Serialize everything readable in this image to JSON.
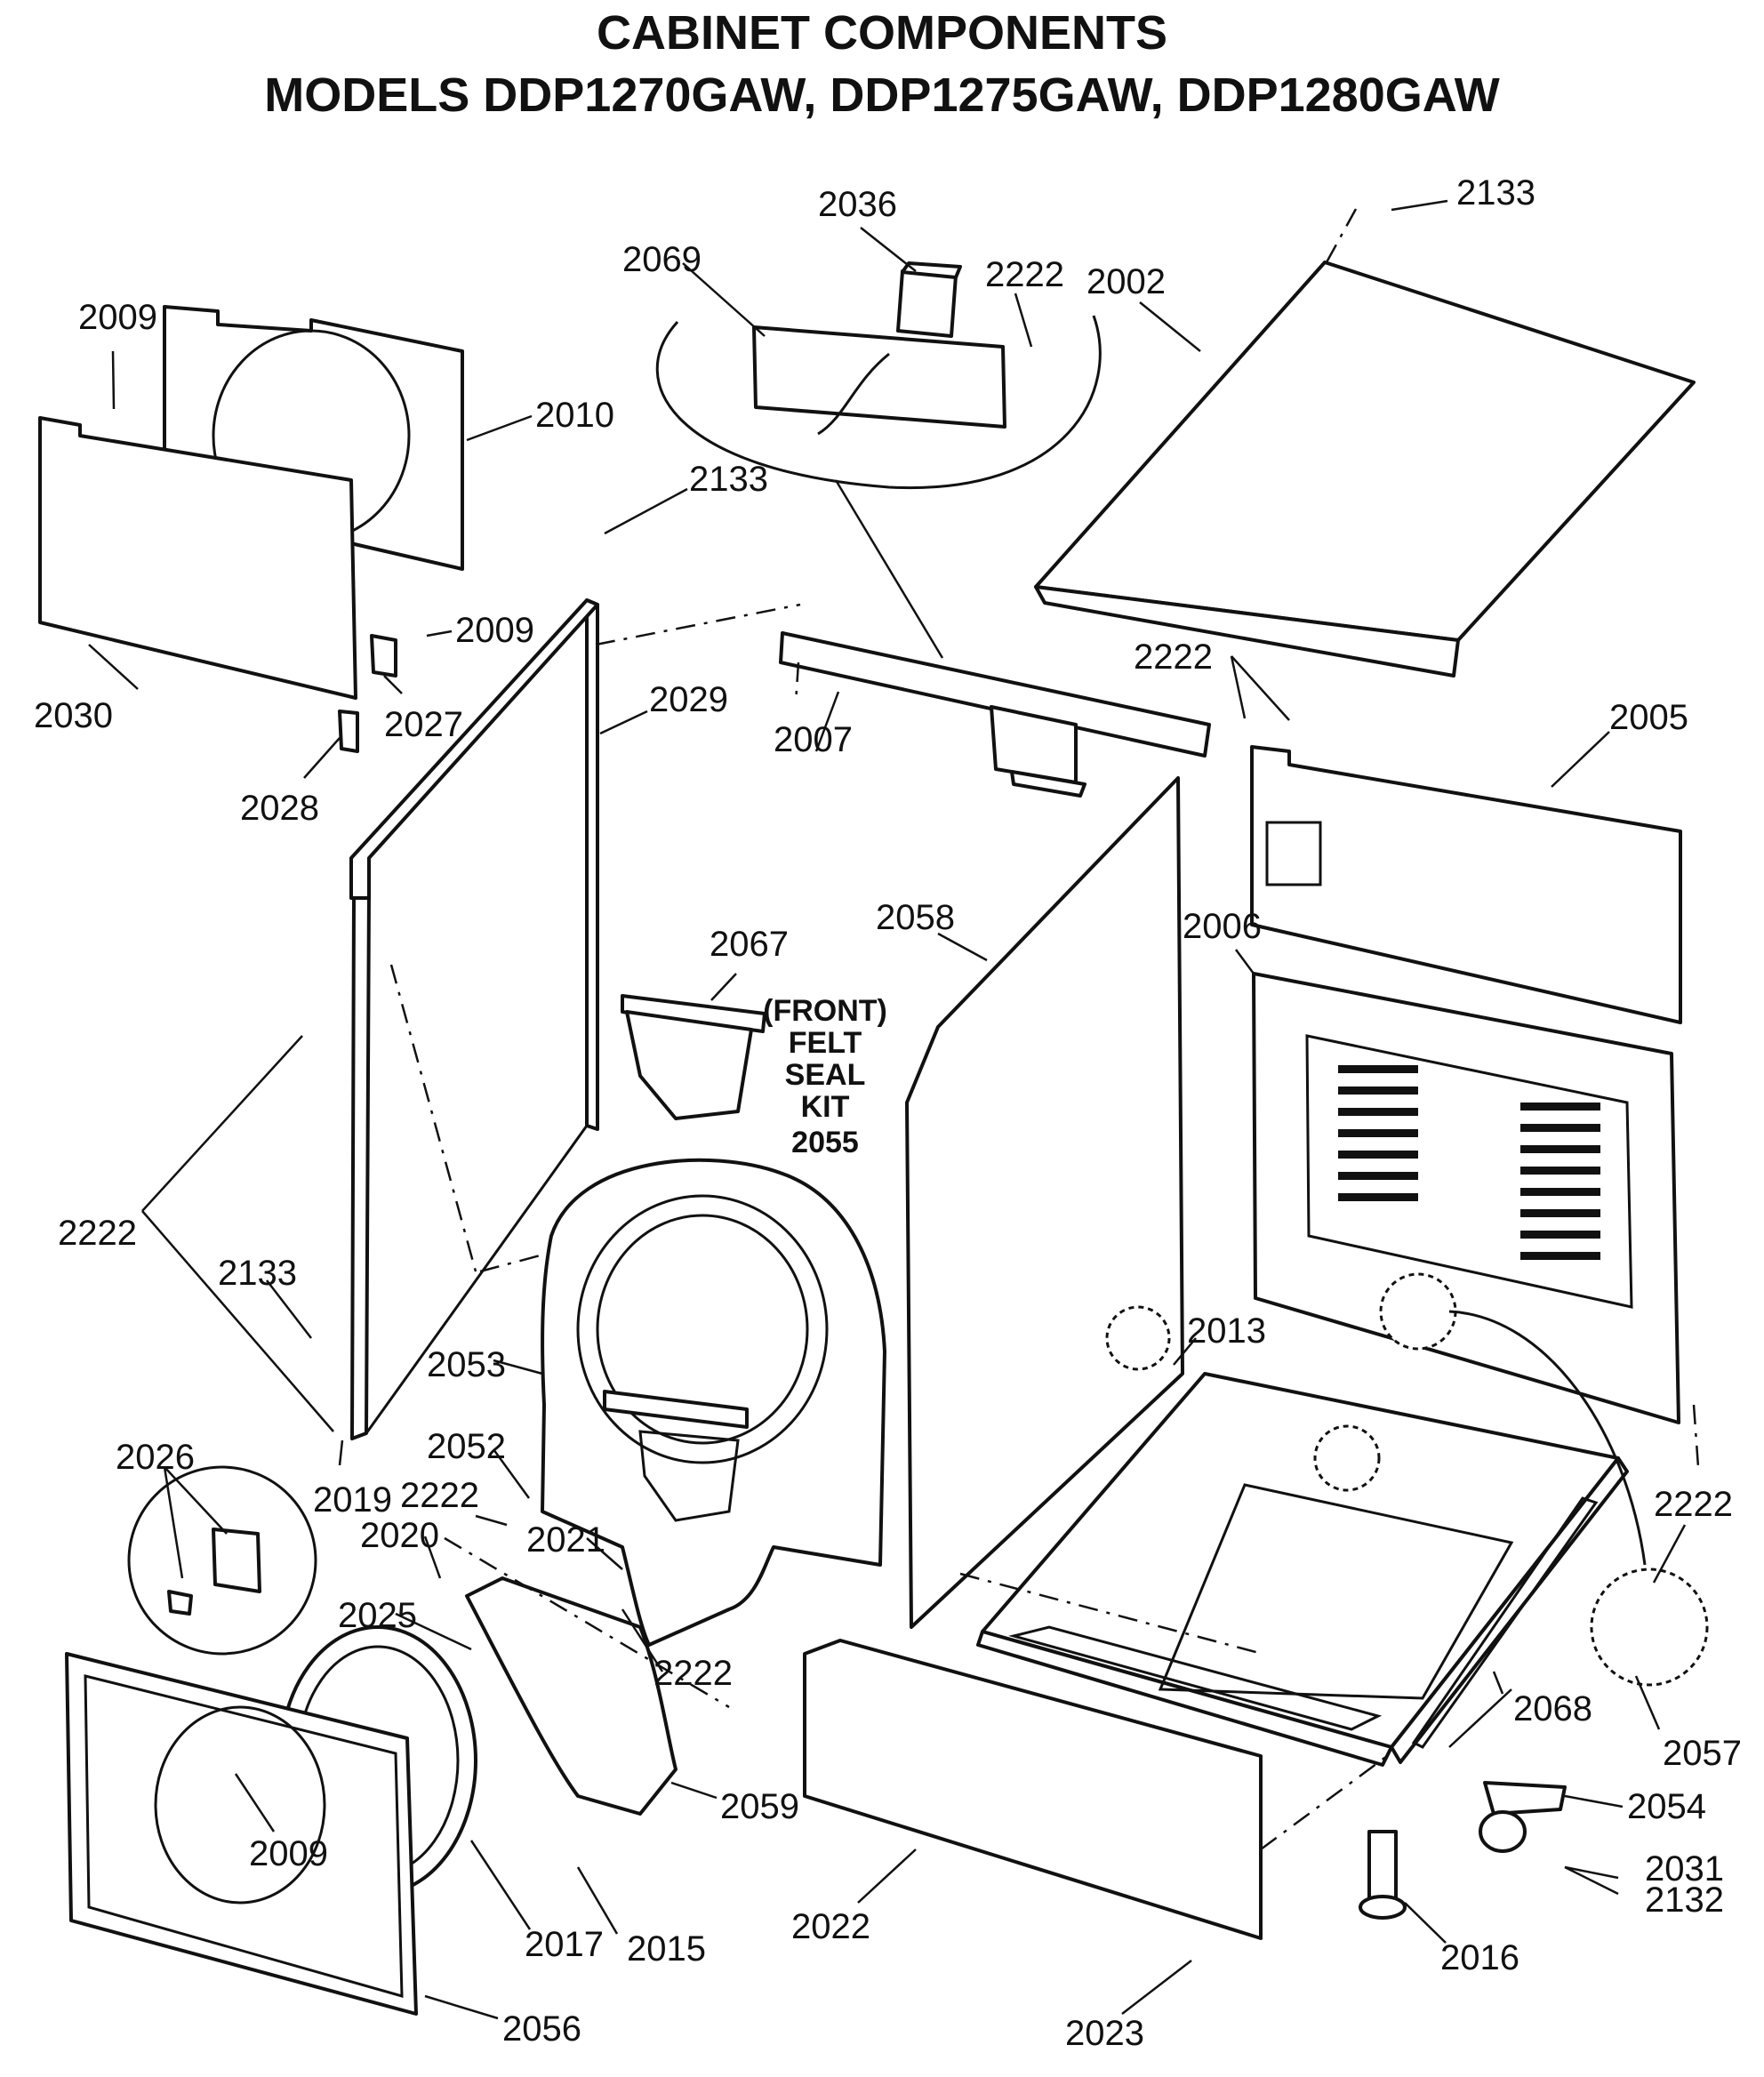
{
  "title": {
    "line1": "CABINET COMPONENTS",
    "line2": "MODELS DDP1270GAW, DDP1275GAW, DDP1280GAW"
  },
  "note": {
    "line1": "(FRONT)",
    "line2": "FELT",
    "line3": "SEAL",
    "line4": "KIT",
    "line5": "2055"
  },
  "labels": {
    "p2036": "2036",
    "p2069": "2069",
    "p2222_topbox": "2222",
    "p2002": "2002",
    "p2133_top": "2133",
    "p2009_top": "2009",
    "p2010": "2010",
    "p2133_mid": "2133",
    "p2009_mid": "2009",
    "p2030": "2030",
    "p2027": "2027",
    "p2029": "2029",
    "p2028": "2028",
    "p2007": "2007",
    "p2222_top2": "2222",
    "p2005": "2005",
    "p2067": "2067",
    "p2058": "2058",
    "p2006": "2006",
    "p2222_left": "2222",
    "p2133_low": "2133",
    "p2053": "2053",
    "p2013": "2013",
    "p2052": "2052",
    "p2222_mid": "2222",
    "p2026": "2026",
    "p2019": "2019",
    "p2020": "2020",
    "p2021": "2021",
    "p2222_right": "2222",
    "p2025": "2025",
    "p2222_low": "2222",
    "p2068": "2068",
    "p2057": "2057",
    "p2059": "2059",
    "p2054": "2054",
    "p2009_low": "2009",
    "p2031": "2031",
    "p2132": "2132",
    "p2022": "2022",
    "p2016": "2016",
    "p2017": "2017",
    "p2015": "2015",
    "p2023": "2023",
    "p2056": "2056"
  }
}
